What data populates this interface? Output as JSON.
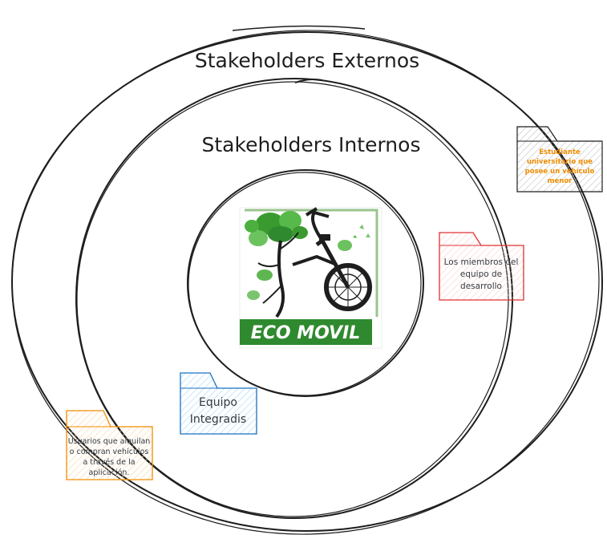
{
  "rings": {
    "outer_label": "Stakeholders Externos",
    "inner_label": "Stakeholders Internos"
  },
  "logo": {
    "text": "ECO MOVIL"
  },
  "notes": {
    "student": {
      "lines": [
        "Estudiante",
        "universitario que",
        "posee un vehículo",
        "menor"
      ],
      "color": "#f08c00"
    },
    "team_members": {
      "lines": [
        "Los miembros del",
        "equipo de",
        "desarrollo"
      ],
      "color": "#e03131"
    },
    "team": {
      "lines": [
        "Equipo",
        "Integradis"
      ],
      "color": "#1971c2"
    },
    "users": {
      "lines": [
        "Usuarios que alquilan",
        "o compran vehículos",
        "a través de la",
        "aplicación."
      ],
      "color": "#f08c00"
    }
  },
  "colors": {
    "stroke": "#1e1e1e",
    "logo_green": "#2f8a2f",
    "hatch_gray": "#868e96"
  }
}
